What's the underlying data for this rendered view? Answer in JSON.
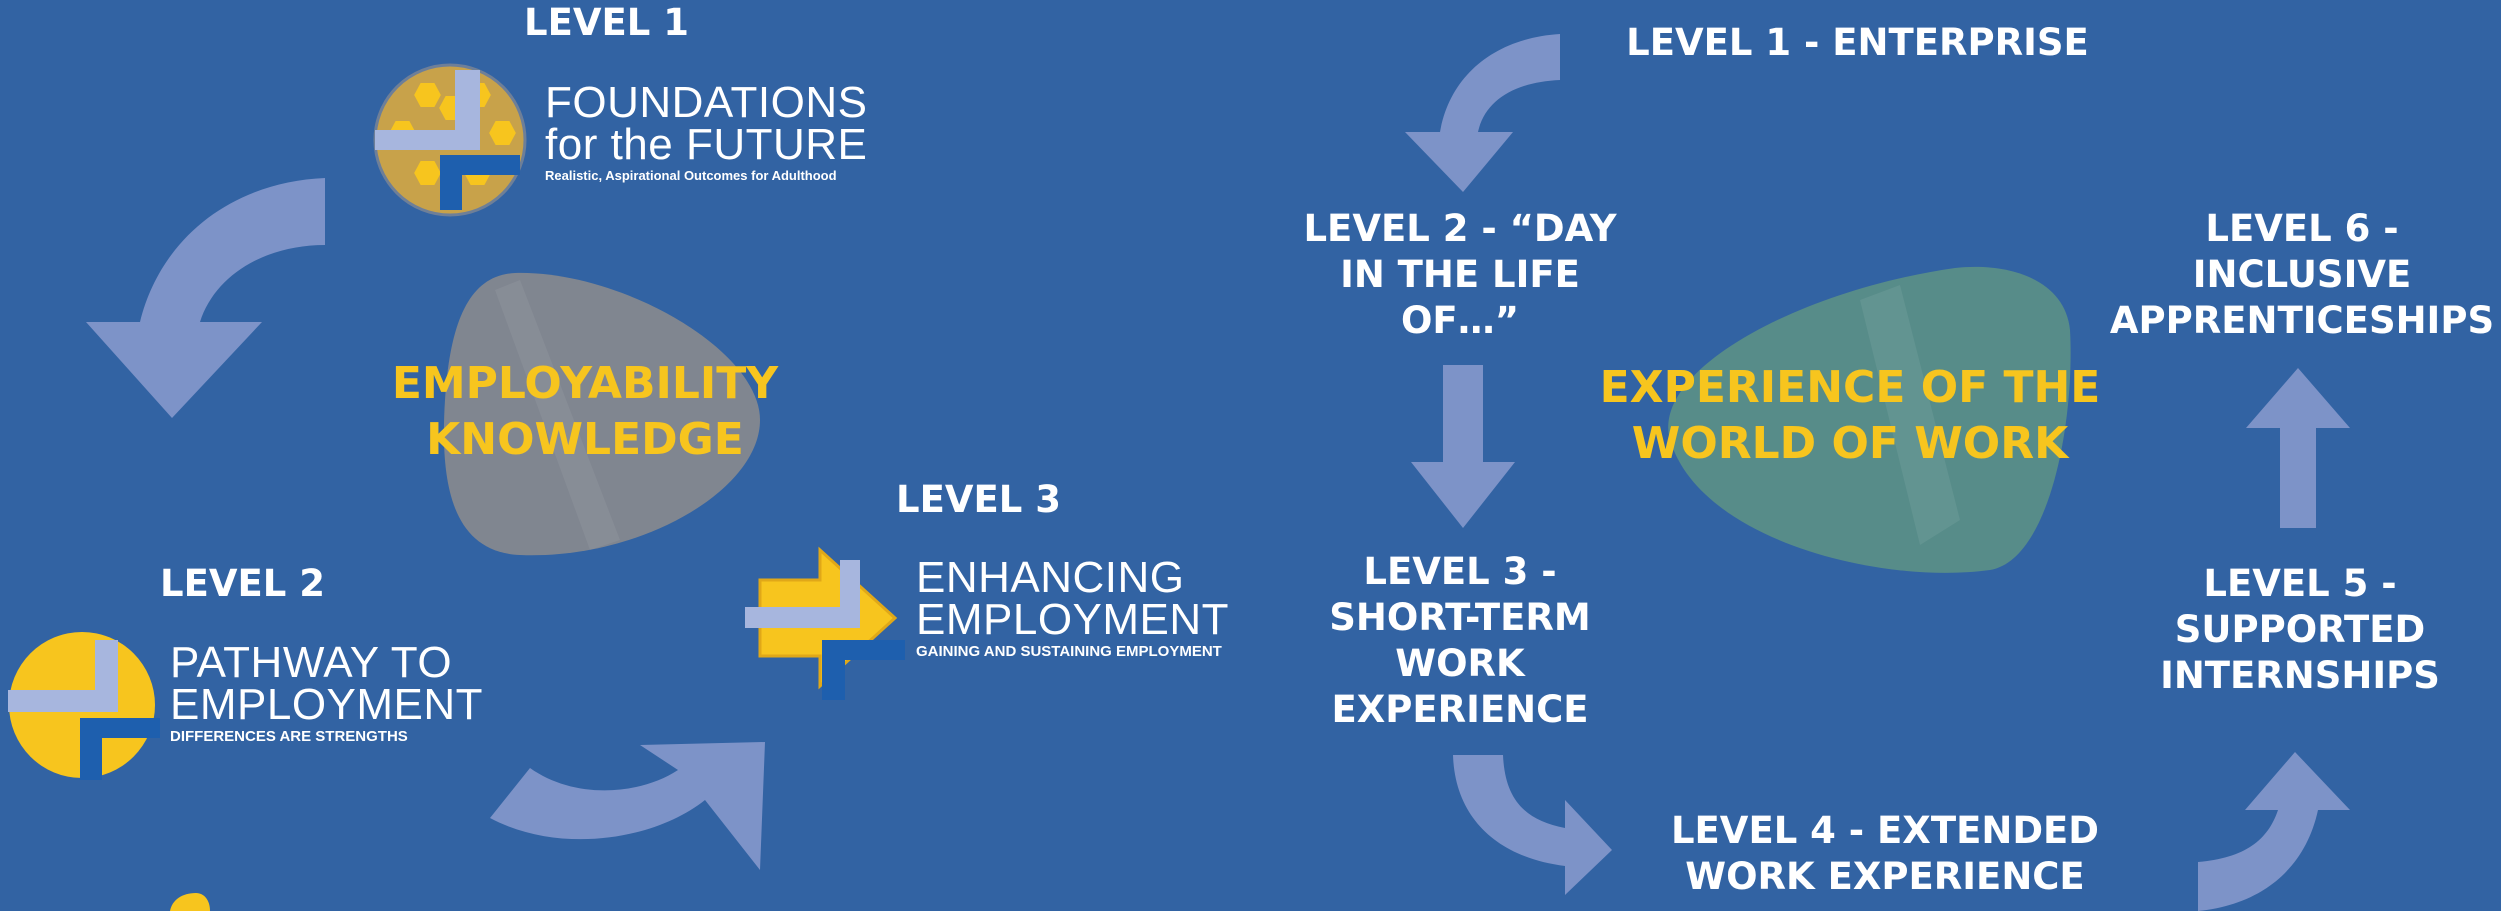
{
  "left_diagram": {
    "level1_heading": "LEVEL 1",
    "level2_heading": "LEVEL 2",
    "level3_heading": "LEVEL 3",
    "center_title_lines": [
      "EMPLOYABILITY",
      "KNOWLEDGE"
    ],
    "logo_foundations": {
      "title_lines": [
        "FOUNDATIONS",
        "for the FUTURE"
      ],
      "tagline": "Realistic, Aspirational Outcomes for Adulthood"
    },
    "logo_pathway": {
      "title_lines": [
        "PATHWAY TO",
        "EMPLOYMENT"
      ],
      "tagline": "DIFFERENCES ARE STRENGTHS"
    },
    "logo_enhancing": {
      "title_lines": [
        "ENHANCING",
        "EMPLOYMENT"
      ],
      "tagline": "GAINING AND SUSTAINING EMPLOYMENT"
    }
  },
  "right_diagram": {
    "center_title_lines": [
      "EXPERIENCE OF THE",
      "WORLD OF WORK"
    ],
    "level1": [
      "LEVEL 1 - ENTERPRISE"
    ],
    "level2": [
      "LEVEL 2 - “DAY",
      "IN THE LIFE",
      "OF…”"
    ],
    "level3": [
      "LEVEL 3 -",
      "SHORT-TERM",
      "WORK",
      "EXPERIENCE"
    ],
    "level4": [
      "LEVEL 4 - EXTENDED",
      "WORK EXPERIENCE"
    ],
    "level5": [
      "LEVEL 5 -",
      "SUPPORTED",
      "INTERNSHIPS"
    ],
    "level6": [
      "LEVEL 6 -",
      "INCLUSIVE",
      "APPRENTICESHIPS"
    ]
  },
  "colors": {
    "background": "#3263a3",
    "arrow": "#7d93c8",
    "accent_yellow": "#f7c51e",
    "blob_grey": "#8b8b8d",
    "blob_green": "#5a8f87"
  }
}
